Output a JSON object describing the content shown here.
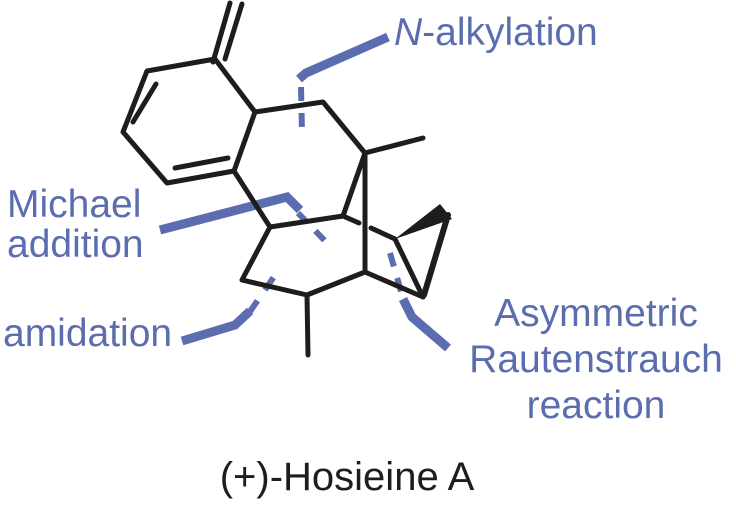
{
  "figure": {
    "compound_name": "(+)-Hosieine A",
    "annotations": {
      "n_alkylation": {
        "prefix": "N",
        "suffix": "-alkylation"
      },
      "michael_addition": {
        "line1": "Michael",
        "line2": "addition"
      },
      "amidation": {
        "label": "amidation"
      },
      "rautenstrauch": {
        "line1": "Asymmetric",
        "line2": "Rautenstrauch",
        "line3": "reaction"
      }
    },
    "colors": {
      "annotation_blue": "#5b6dae",
      "bond_black": "#1e1c1c",
      "background": "#ffffff"
    }
  }
}
